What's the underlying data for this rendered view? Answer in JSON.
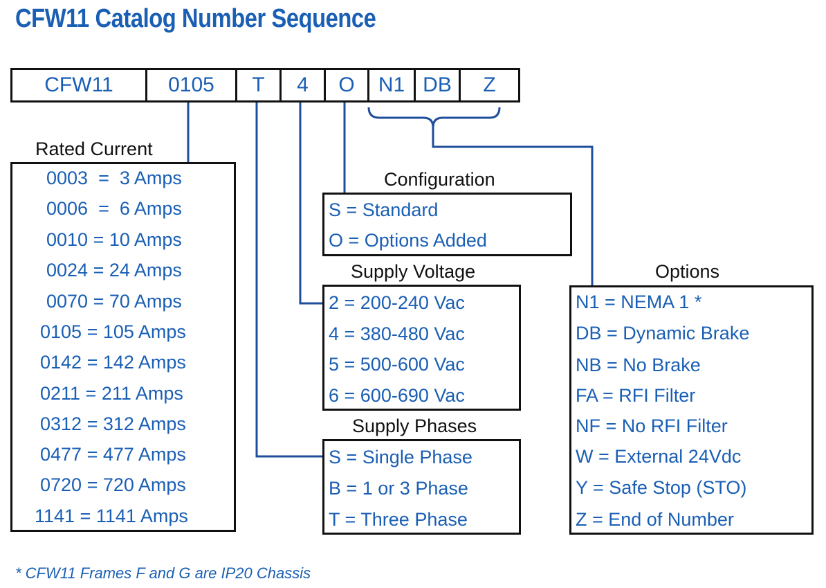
{
  "title": "CFW11 Catalog Number Sequence",
  "catalog_segments": [
    "CFW11",
    "0105",
    "T",
    "4",
    "O",
    "N1",
    "DB",
    "Z"
  ],
  "rated_current": {
    "heading": "Rated Current",
    "items": [
      "0003  =  3 Amps",
      "0006  =  6 Amps",
      "0010 = 10 Amps",
      "0024 = 24 Amps",
      "0070 = 70 Amps",
      "0105 = 105 Amps",
      "0142 = 142 Amps",
      "0211 = 211 Amps",
      "0312 = 312 Amps",
      "0477 = 477 Amps",
      "0720 = 720 Amps",
      "1141 = 1141 Amps"
    ]
  },
  "configuration": {
    "heading": "Configuration",
    "items": [
      "S = Standard",
      "O = Options Added"
    ]
  },
  "supply_voltage": {
    "heading": "Supply Voltage",
    "items": [
      "2 = 200-240 Vac",
      "4 = 380-480 Vac",
      "5 = 500-600 Vac",
      "6 = 600-690 Vac"
    ]
  },
  "supply_phases": {
    "heading": "Supply Phases",
    "items": [
      "S = Single Phase",
      "B = 1 or 3 Phase",
      "T = Three Phase"
    ]
  },
  "options": {
    "heading": "Options",
    "items": [
      "N1 = NEMA 1 *",
      "DB = Dynamic Brake",
      "NB = No Brake",
      "FA = RFI Filter",
      "NF = No RFI Filter",
      "W = External 24Vdc",
      "Y = Safe Stop (STO)",
      "Z = End of Number"
    ]
  },
  "footnote": "* CFW11 Frames F and G are IP20 Chassis",
  "colors": {
    "accent": "#1a5fb4",
    "connector": "#1f4e9c",
    "border": "#111111"
  }
}
